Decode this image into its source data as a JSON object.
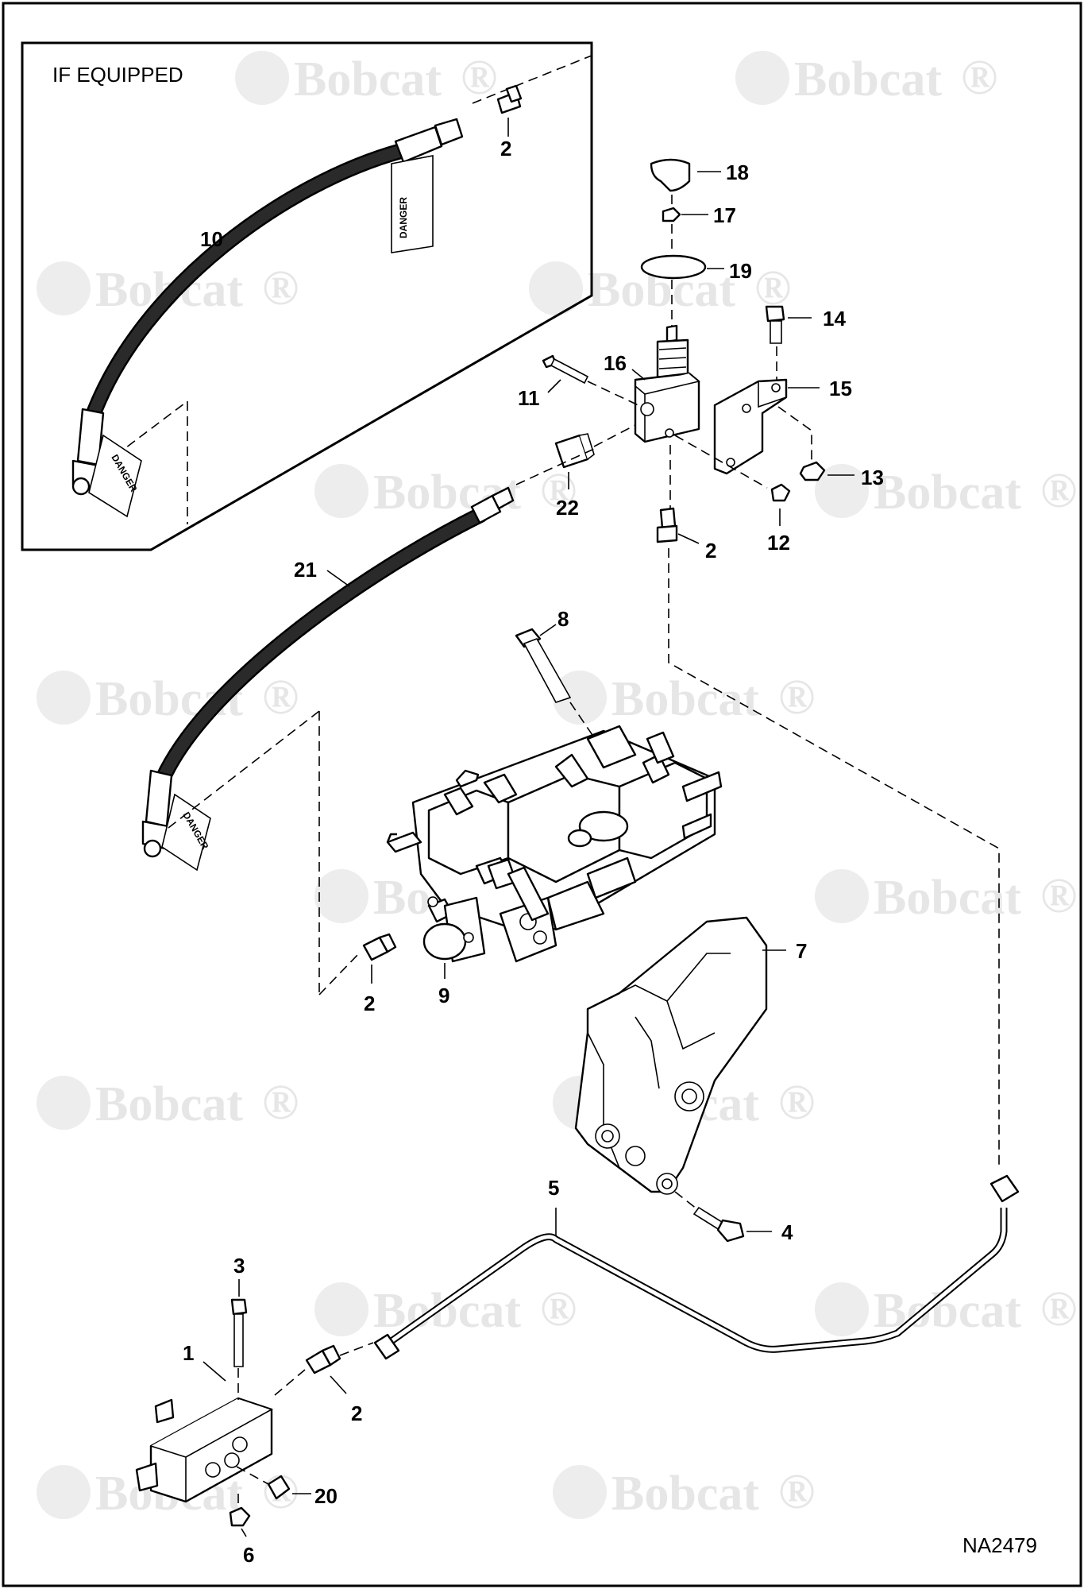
{
  "panel": {
    "label": "IF EQUIPPED"
  },
  "brand": {
    "watermark_text": "Bobcat",
    "watermark_mark": "®"
  },
  "tags": {
    "danger": "DANGER"
  },
  "figure": {
    "code": "NA2479"
  },
  "callouts": [
    "1",
    "2",
    "3",
    "4",
    "5",
    "6",
    "7",
    "8",
    "9",
    "10",
    "11",
    "12",
    "13",
    "14",
    "15",
    "16",
    "17",
    "18",
    "19",
    "20",
    "21",
    "22"
  ]
}
